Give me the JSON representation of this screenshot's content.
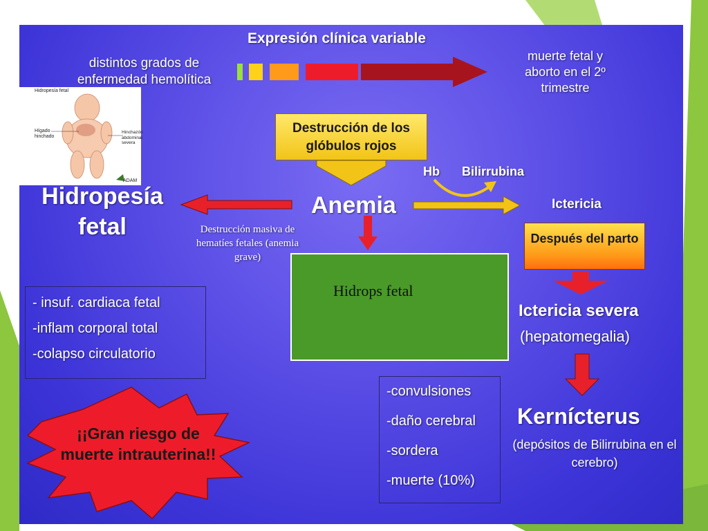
{
  "diagram": {
    "expression_title": "Expresión clínica variable",
    "left_top_label": "distintos grados de enfermedad hemolítica",
    "right_top_label": "muerte fetal y aborto en el 2º trimestre",
    "severity_colors": [
      "#9be13a",
      "#ffd21a",
      "#ff9a1a",
      "#ee1c2a",
      "#a8141e"
    ],
    "destruction_box": "Destrucción de los glóbulos rojos",
    "hb_label": "Hb",
    "bilirrubina_label": "Bilirrubina",
    "anemia_label": "Anemia",
    "ictericia_label": "Ictericia",
    "hidropesia_label": "Hidropesía fetal",
    "massive_destruction_label": "Destrucción masiva de hematíes fetales (anemia grave)",
    "after_birth_box": "Después del parto",
    "ictericia_severa": "Ictericia severa",
    "hepatomegalia": "(hepatomegalia)",
    "kernicterus": "Kernícterus",
    "kernicterus_note": "(depósitos de Bilirrubina en el cerebro)",
    "hydrops_list": [
      "- insuf. cardiaca fetal",
      "-inflam corporal total",
      "-colapso circulatorio"
    ],
    "kernicterus_list": [
      "-convulsiones",
      "-daño cerebral",
      "-sordera",
      "-muerte (10%)"
    ],
    "risk_starburst": "¡¡Gran riesgo de muerte intrauterina!!",
    "overlay_box": "Hidrops fetal"
  },
  "illustration": {
    "title": "Hidropesía fetal",
    "label_liver": "Hígado hinchado",
    "label_swelling": "Hinchazón abdominal severa",
    "credit": "ADAM"
  },
  "colors": {
    "panel_blue": "#5b4ee6",
    "arrow_red": "#e8202a",
    "arrow_yellow": "#f0c020",
    "overlay_green": "#4a9a2a",
    "deco_green": "#8dc63f"
  }
}
